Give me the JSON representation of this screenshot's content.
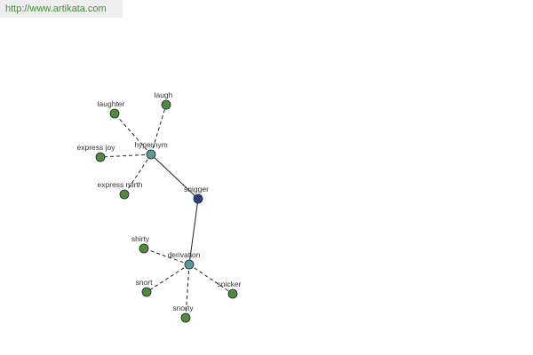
{
  "url": "http://www.artikata.com",
  "colors": {
    "word_node": "#4f8a3f",
    "relation_node": "#5a9a9a",
    "center_node": "#2a3f8a"
  },
  "graph": {
    "center": {
      "id": "snigger",
      "label": "snigger"
    },
    "relations": [
      {
        "id": "hypernym",
        "label": "hypernym"
      },
      {
        "id": "derivation",
        "label": "derivation"
      }
    ],
    "words": [
      {
        "id": "laughter",
        "label": "laughter",
        "relation": "hypernym"
      },
      {
        "id": "laugh",
        "label": "laugh",
        "relation": "hypernym"
      },
      {
        "id": "express-joy",
        "label": "express joy",
        "relation": "hypernym"
      },
      {
        "id": "express-mirth",
        "label": "express mirth",
        "relation": "hypernym"
      },
      {
        "id": "shirty",
        "label": "shirty",
        "relation": "derivation"
      },
      {
        "id": "snort",
        "label": "snort",
        "relation": "derivation"
      },
      {
        "id": "snorty",
        "label": "snorty",
        "relation": "derivation"
      },
      {
        "id": "snicker",
        "label": "snicker",
        "relation": "derivation"
      }
    ]
  }
}
